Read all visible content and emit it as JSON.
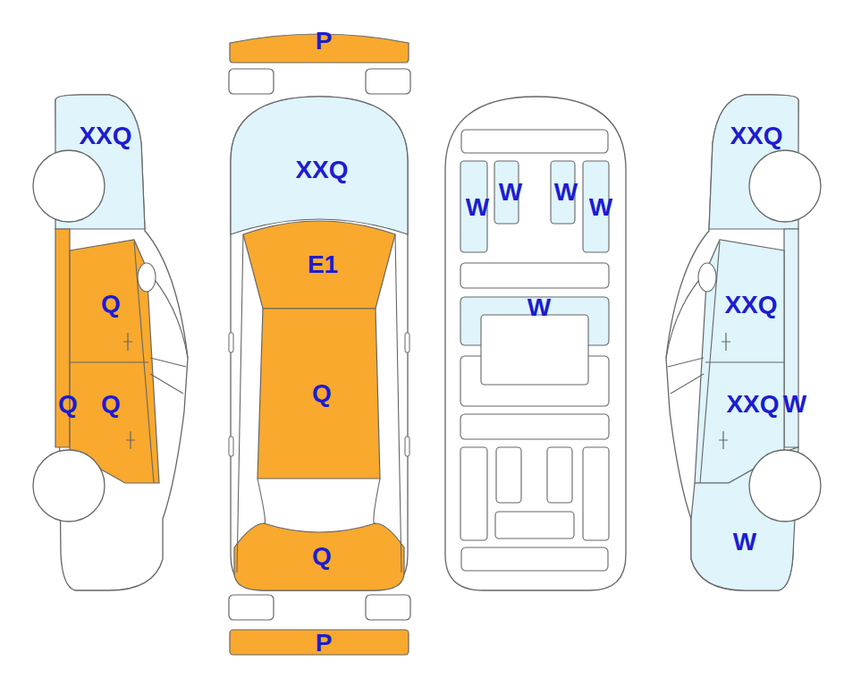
{
  "diagram": {
    "labels": [
      "P",
      "XXQ",
      "Q",
      "Q",
      "Q",
      "XXQ",
      "E1",
      "Q",
      "Q",
      "P",
      "W",
      "W",
      "W",
      "W",
      "W",
      "XXQ",
      "XXQ",
      "XXQ",
      "W",
      "W"
    ]
  }
}
